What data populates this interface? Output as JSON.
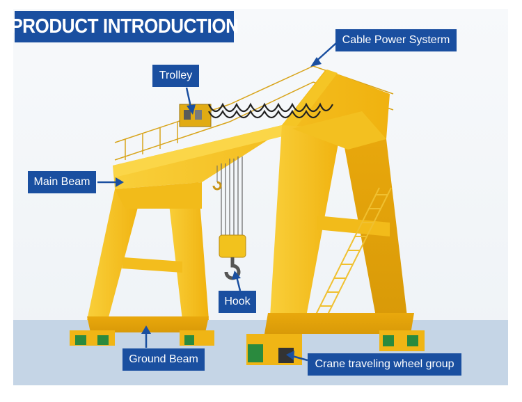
{
  "title": "PRODUCT INTRODUCTION",
  "labels": {
    "cable_power": "Cable Power Systerm",
    "trolley": "Trolley",
    "main_beam": "Main Beam",
    "hook": "Hook",
    "ground_beam": "Ground Beam",
    "wheel_group": "Crane traveling wheel group"
  },
  "colors": {
    "label_bg": "#1a4fa0",
    "crane_yellow": "#f6c21b",
    "ground": "#c5d5e6"
  }
}
